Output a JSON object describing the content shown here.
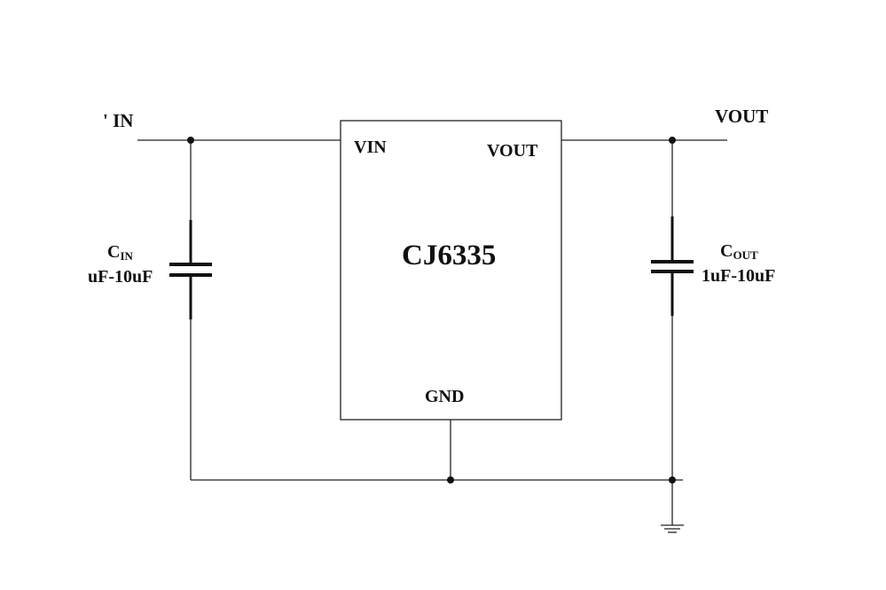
{
  "schematic": {
    "input_net_label": "' IN",
    "output_net_label": "VOUT",
    "chip": {
      "name": "CJ6335",
      "pin_vin": "VIN",
      "pin_vout": "VOUT",
      "pin_gnd": "GND"
    },
    "cin": {
      "designator": "C",
      "designator_sub": "IN",
      "value": "uF-10uF"
    },
    "cout": {
      "designator": "C",
      "designator_sub": "OUT",
      "value": "1uF-10uF"
    }
  },
  "colors": {
    "line": "#222222",
    "text": "#111111",
    "background": "#ffffff"
  }
}
